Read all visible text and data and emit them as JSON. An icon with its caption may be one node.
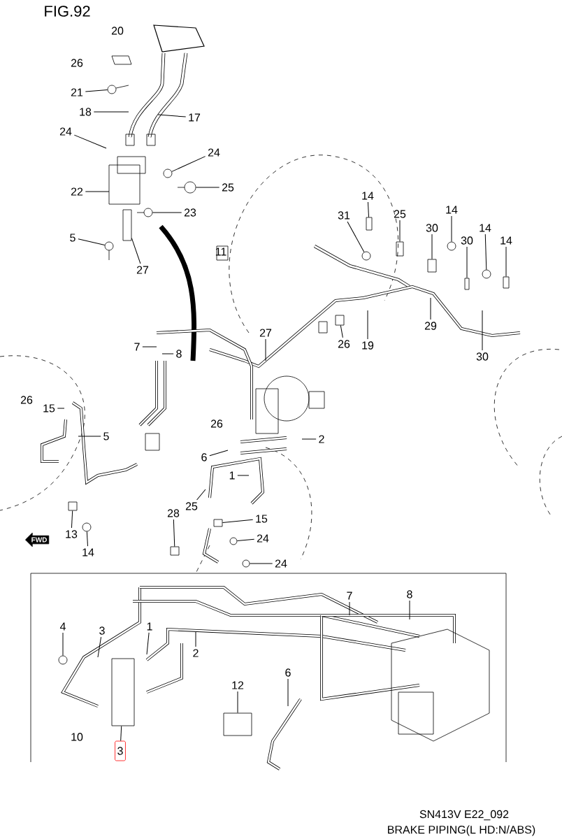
{
  "diagram": {
    "title": "FIG.92",
    "caption": "BRAKE PIPING(L HD:N/ABS)",
    "nodes": [
      {
        "text": [
          "21"
        ]
      },
      {
        "text": [
          "18"
        ]
      },
      {
        "text": [
          "17"
        ]
      },
      {
        "text": [
          "24"
        ]
      },
      {
        "text": [
          "24"
        ]
      },
      {
        "text": [
          "25"
        ]
      },
      {
        "text": [
          "22"
        ]
      },
      {
        "text": [
          "14"
        ]
      },
      {
        "text": [
          "14"
        ]
      },
      {
        "text": [
          "23"
        ]
      },
      {
        "text": [
          "31"
        ]
      },
      {
        "text": [
          "25"
        ]
      },
      {
        "text": [
          "30"
        ]
      },
      {
        "text": [
          "14"
        ]
      },
      {
        "text": [
          "5"
        ]
      },
      {
        "text": [
          "30"
        ]
      },
      {
        "text": [
          "14"
        ]
      },
      {
        "text": [
          "27"
        ]
      },
      {
        "text": [
          "29"
        ]
      },
      {
        "text": [
          "27"
        ]
      },
      {
        "text": [
          "26"
        ]
      },
      {
        "text": [
          "19"
        ]
      },
      {
        "text": [
          "7"
        ]
      },
      {
        "text": [
          "8"
        ]
      },
      {
        "text": [
          "30"
        ]
      },
      {
        "text": [
          "15"
        ]
      },
      {
        "text": [
          "5"
        ]
      },
      {
        "text": [
          "2"
        ]
      },
      {
        "text": [
          "6"
        ]
      },
      {
        "text": [
          "1"
        ]
      },
      {
        "text": [
          "25"
        ]
      },
      {
        "text": [
          "28"
        ]
      },
      {
        "text": [
          "15"
        ]
      },
      {
        "text": [
          "13"
        ]
      },
      {
        "text": [
          "24"
        ]
      },
      {
        "text": [
          "14"
        ]
      },
      {
        "text": [
          "24"
        ]
      },
      {
        "text": [
          "7"
        ]
      },
      {
        "text": [
          "8"
        ]
      },
      {
        "text": [
          "4"
        ]
      },
      {
        "text": [
          "3"
        ]
      },
      {
        "text": [
          "1"
        ]
      },
      {
        "text": [
          "2"
        ]
      },
      {
        "text": [
          "6"
        ]
      },
      {
        "text": [
          "12"
        ]
      },
      {
        "text": [
          "3"
        ]
      },
      {
        "text": [],
        "shape": "circle"
      },
      {
        "text": [],
        "shape": "circle"
      },
      {
        "text": [],
        "shape": "circle"
      },
      {
        "text": [],
        "shape": "circle"
      },
      {
        "text": [],
        "shape": "box"
      },
      {
        "text": [],
        "shape": "circle"
      },
      {
        "text": [],
        "shape": "box"
      },
      {
        "text": [],
        "shape": "box"
      },
      {
        "text": [],
        "shape": "circle"
      },
      {
        "text": [],
        "shape": "circle"
      },
      {
        "text": [],
        "shape": "box"
      },
      {
        "text": [],
        "shape": "circle"
      },
      {
        "text": [],
        "shape": "box"
      },
      {
        "text": [],
        "shape": "box"
      },
      {
        "text": [],
        "shape": "box"
      },
      {
        "text": [],
        "shape": "circle"
      },
      {
        "text": [],
        "shape": "circle"
      },
      {
        "text": [],
        "shape": "circle"
      },
      {
        "text": [],
        "shape": "circle"
      },
      {
        "text": [],
        "shape": "box"
      },
      {
        "text": [],
        "shape": "box"
      },
      {
        "text": [],
        "shape": "box"
      },
      {
        "text": [],
        "shape": "box"
      },
      {
        "text": [],
        "shape": "box"
      }
    ],
    "edges": [
      {
        "from": 0,
        "to": 46,
        "arrow": "none"
      },
      {
        "from": 1,
        "to": null,
        "arrow": "none"
      },
      {
        "from": 2,
        "to": null,
        "arrow": "none"
      },
      {
        "from": 3,
        "to": null,
        "arrow": "none"
      },
      {
        "from": 4,
        "to": 47,
        "arrow": "none"
      },
      {
        "from": 5,
        "to": 48,
        "arrow": "none"
      },
      {
        "from": 6,
        "to": null,
        "arrow": "none"
      },
      {
        "from": 7,
        "to": 50,
        "arrow": "none"
      },
      {
        "from": 8,
        "to": 54,
        "arrow": "none"
      },
      {
        "from": 9,
        "to": 49,
        "arrow": "none"
      },
      {
        "from": 10,
        "to": 51,
        "arrow": "none"
      },
      {
        "from": 11,
        "to": 52,
        "arrow": "none"
      },
      {
        "from": 12,
        "to": 53,
        "arrow": "none"
      },
      {
        "from": 13,
        "to": 55,
        "arrow": "none"
      },
      {
        "from": 14,
        "to": 57,
        "arrow": "none"
      },
      {
        "from": 15,
        "to": 67,
        "arrow": "none"
      },
      {
        "from": 16,
        "to": 56,
        "arrow": "none"
      },
      {
        "from": 17,
        "to": 68,
        "arrow": "none"
      },
      {
        "from": 18,
        "to": null,
        "arrow": "none"
      },
      {
        "from": 19,
        "to": null,
        "arrow": "none"
      },
      {
        "from": 20,
        "to": 58,
        "arrow": "none"
      },
      {
        "from": 21,
        "to": null,
        "arrow": "none"
      },
      {
        "from": 22,
        "to": null,
        "arrow": "none"
      },
      {
        "from": 23,
        "to": null,
        "arrow": "none"
      },
      {
        "from": 24,
        "to": null,
        "arrow": "none"
      },
      {
        "from": 25,
        "to": null,
        "arrow": "none"
      },
      {
        "from": 26,
        "to": null,
        "arrow": "none"
      },
      {
        "from": 27,
        "to": null,
        "arrow": "none"
      },
      {
        "from": 28,
        "to": null,
        "arrow": "none"
      },
      {
        "from": 29,
        "to": null,
        "arrow": "none"
      },
      {
        "from": 30,
        "to": null,
        "arrow": "none"
      },
      {
        "from": 31,
        "to": 59,
        "arrow": "none"
      },
      {
        "from": 32,
        "to": 69,
        "arrow": "none"
      },
      {
        "from": 33,
        "to": 60,
        "arrow": "none"
      },
      {
        "from": 34,
        "to": 62,
        "arrow": "none"
      },
      {
        "from": 35,
        "to": 61,
        "arrow": "none"
      },
      {
        "from": 36,
        "to": 63,
        "arrow": "none"
      },
      {
        "from": 37,
        "to": null,
        "arrow": "none"
      },
      {
        "from": 38,
        "to": null,
        "arrow": "none"
      },
      {
        "from": 39,
        "to": 64,
        "arrow": "none"
      },
      {
        "from": 40,
        "to": null,
        "arrow": "none"
      },
      {
        "from": 41,
        "to": null,
        "arrow": "none"
      },
      {
        "from": 42,
        "to": null,
        "arrow": "none"
      },
      {
        "from": 43,
        "to": null,
        "arrow": "none"
      },
      {
        "from": 44,
        "to": 66,
        "arrow": "none"
      },
      {
        "from": 45,
        "to": 65,
        "arrow": "none"
      }
    ],
    "labels": [
      "20",
      "26",
      "11",
      "26",
      "26",
      "FWD",
      "10",
      "SN413V E22_092"
    ]
  }
}
